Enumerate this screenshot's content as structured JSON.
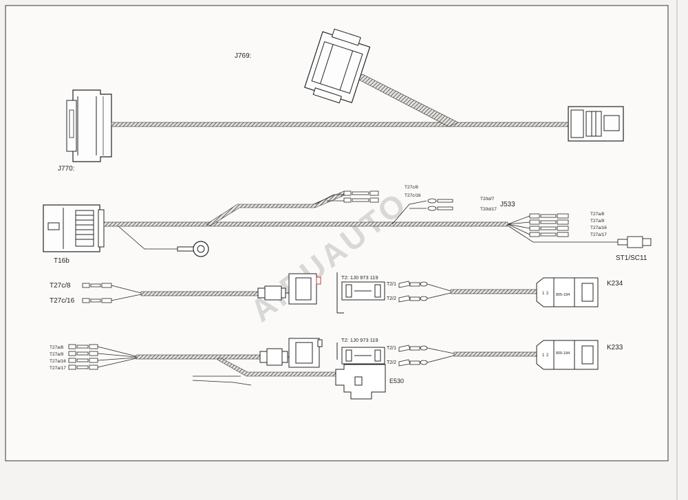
{
  "labels": {
    "J769": "J769:",
    "J770": "J770:",
    "T16b": "T16b",
    "J533": "J533",
    "ST1_SC11": "ST1/SC11",
    "T27c8_top": "T27c/8",
    "T27c16_top": "T27c/16",
    "T20d7": "T20d/7",
    "T20d17": "T20d/17",
    "T27a8_r": "T27a/8",
    "T27a9_r": "T27a/9",
    "T27a16_r": "T27a/16",
    "T27a17_r": "T27a/17",
    "T27c8_left": "T27c/8",
    "T27c16_left": "T27c/16",
    "T2_part_1": "T2: 1J0 973 119",
    "T2_1_a": "T2/1",
    "T2_2_a": "T2/2",
    "K234": "K234",
    "code_a": "805-184",
    "T27a8_l": "T27a/8",
    "T27a9_l": "T27a/9",
    "T27a16_l": "T27a/16",
    "T27a17_l": "T27a/17",
    "T2_part_2": "T2: 1J0 973 119",
    "T2_1_b": "T2/1",
    "T2_2_b": "T2/2",
    "K233": "K233",
    "code_b": "805-184",
    "E530": "E530",
    "pin_1": "1",
    "pin_2": "2"
  },
  "watermark": "AIDUAUTO"
}
